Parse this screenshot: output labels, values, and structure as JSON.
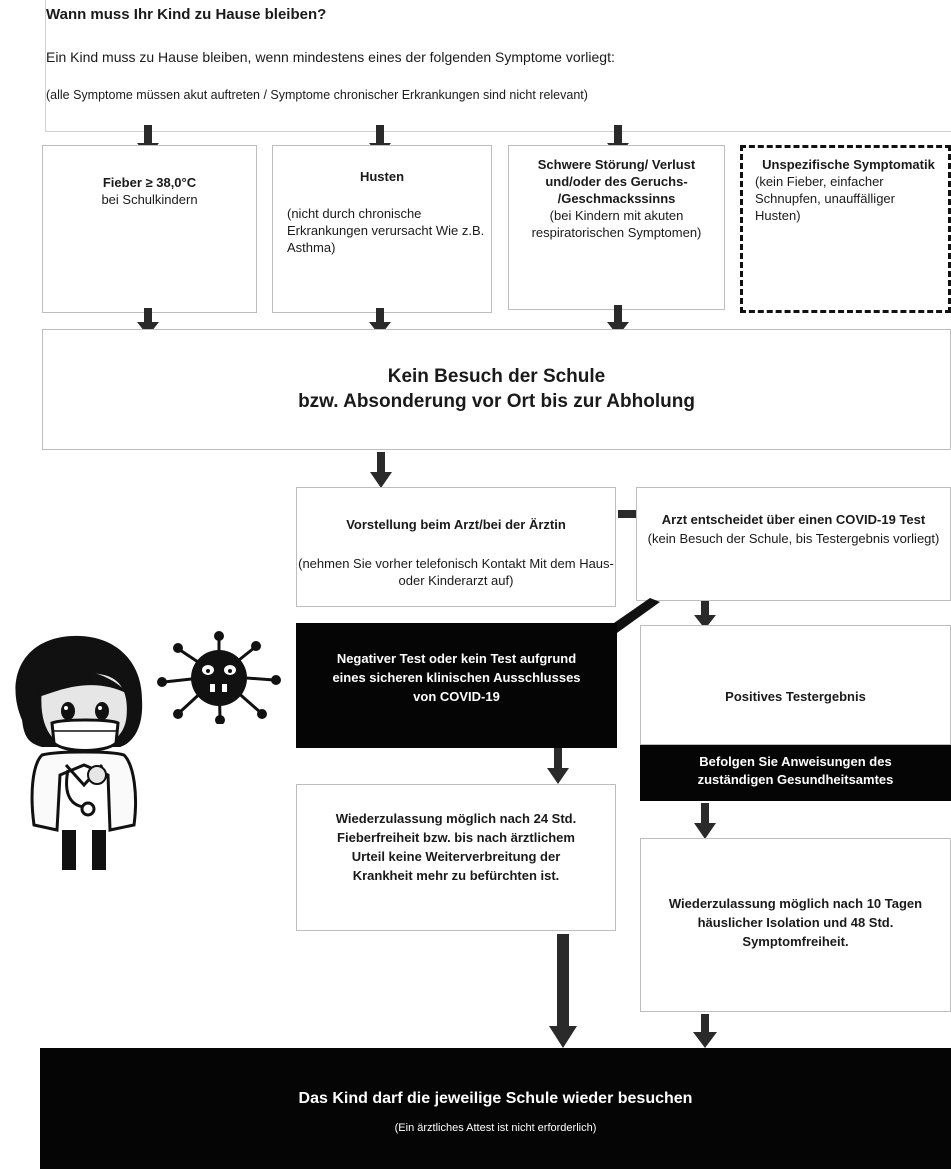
{
  "header": {
    "title": "Wann muss Ihr Kind zu Hause bleiben?",
    "intro": "Ein Kind muss zu Hause bleiben, wenn mindestens eines der folgenden Symptome vorliegt:",
    "note": "(alle Symptome müssen akut auftreten / Symptome chronischer Erkrankungen sind nicht relevant)"
  },
  "symptoms": {
    "fever": {
      "title": "Fieber ≥ 38,0°C",
      "text": "bei Schulkindern"
    },
    "cough": {
      "title": "Husten",
      "text": "(nicht durch chronische Erkrankungen verursacht Wie z.B. Asthma)"
    },
    "smell": {
      "title": "Schwere Störung/ Verlust und/oder des Geruchs- /Geschmackssinns",
      "text": "(bei Kindern mit akuten respiratorischen Symptomen)"
    },
    "unspecific": {
      "title": "Unspezifische Symptomatik",
      "text": "(kein Fieber, einfacher Schnupfen, unauffälliger Husten)"
    }
  },
  "no_school": {
    "line1": "Kein Besuch der Schule",
    "line2": "bzw. Absonderung vor Ort bis zur Abholung"
  },
  "doctor": {
    "title": "Vorstellung beim Arzt/bei der Ärztin",
    "text": "(nehmen Sie vorher telefonisch Kontakt Mit dem Haus- oder Kinderarzt auf)"
  },
  "test": {
    "title": "Arzt entscheidet über einen COVID-19 Test",
    "text": "(kein Besuch der Schule, bis Testergebnis vorliegt)"
  },
  "negative": {
    "text": "Negativer Test oder kein Test aufgrund eines sicheren klinischen Ausschlusses von COVID-19"
  },
  "positive": {
    "text": "Positives Testergebnis"
  },
  "instructions": {
    "text": "Befolgen Sie Anweisungen des zuständigen Gesundheitsamtes"
  },
  "readmit_24": {
    "text": "Wiederzulassung möglich nach 24 Std. Fieberfreiheit bzw. bis nach ärztlichem Urteil keine Weiterverbreitung der Krankheit mehr zu befürchten ist."
  },
  "readmit_10": {
    "text": "Wiederzulassung möglich nach 10 Tagen häuslicher Isolation und 48 Std. Symptomfreiheit."
  },
  "final": {
    "title": "Das Kind darf die jeweilige Schule wieder besuchen",
    "note": "(Ein ärztliches Attest ist nicht erforderlich)"
  },
  "colors": {
    "dark_fill": "#050505",
    "arrow": "#2a2a2a",
    "border": "#bdbdbd"
  },
  "icons": [
    "doctor-with-mask-illustration",
    "virus-illustration"
  ]
}
